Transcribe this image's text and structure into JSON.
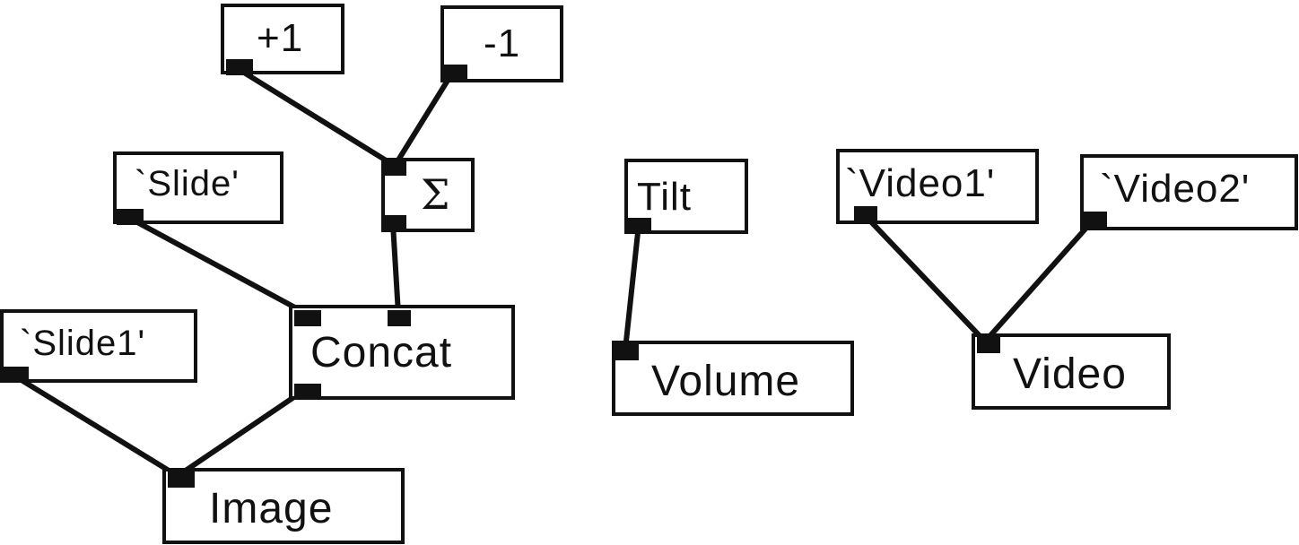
{
  "nodes": {
    "plus_one": {
      "label": "+1"
    },
    "minus_one": {
      "label": "-1"
    },
    "sigma": {
      "label": "Σ"
    },
    "slide": {
      "label": "`Slide'"
    },
    "slide1": {
      "label": "`Slide1'"
    },
    "concat": {
      "label": "Concat"
    },
    "image": {
      "label": "Image"
    },
    "tilt": {
      "label": "Tilt"
    },
    "volume": {
      "label": "Volume"
    },
    "video1": {
      "label": "`Video1'"
    },
    "video2": {
      "label": "`Video2'"
    },
    "video": {
      "label": "Video"
    }
  },
  "colors": {
    "stroke": "#111111",
    "background": "#ffffff"
  }
}
